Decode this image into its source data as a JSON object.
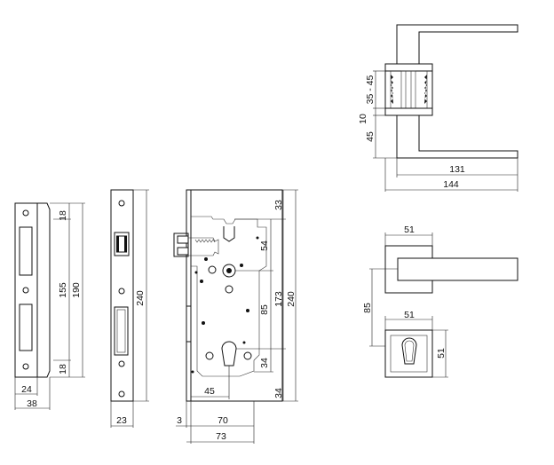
{
  "dimensions": {
    "strike_plate": {
      "top": "18",
      "inner": "155",
      "total": "190",
      "bottom": "18",
      "inner_width": "24",
      "total_width": "38"
    },
    "forend": {
      "height": "240",
      "width": "23"
    },
    "lock_body": {
      "top": "33",
      "follower_to_center": "54",
      "center_to_cylinder": "85",
      "cylinder": "173",
      "height": "240",
      "cyl_lower": "34",
      "bottom": "34",
      "backset_short": "45",
      "forend_thickness": "3",
      "backset": "70",
      "body_depth": "73"
    },
    "handle_side": {
      "door_range": "35 - 45",
      "rose": "10",
      "neck": "45",
      "lever_inner": "131",
      "lever_total": "144"
    },
    "handle_front": {
      "rose_width": "51",
      "rose_to_key": "85"
    },
    "key_rose": {
      "width": "51",
      "height": "51"
    }
  }
}
